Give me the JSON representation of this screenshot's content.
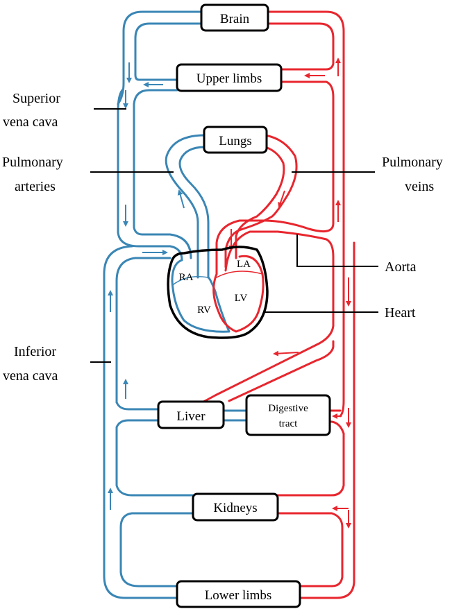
{
  "colors": {
    "deoxygenated": "#3a86b5",
    "oxygenated": "#e8262e",
    "outline": "#000000",
    "background": "#ffffff"
  },
  "organs": {
    "brain": "Brain",
    "upper_limbs": "Upper limbs",
    "lungs": "Lungs",
    "liver": "Liver",
    "digestive_tract_line1": "Digestive",
    "digestive_tract_line2": "tract",
    "kidneys": "Kidneys",
    "lower_limbs": "Lower limbs"
  },
  "heart": {
    "ra": "RA",
    "rv": "RV",
    "la": "LA",
    "lv": "LV"
  },
  "labels": {
    "superior_vena_cava_line1": "Superior",
    "superior_vena_cava_line2": "vena cava",
    "pulmonary_arteries_line1": "Pulmonary",
    "pulmonary_arteries_line2": "arteries",
    "pulmonary_veins_line1": "Pulmonary",
    "pulmonary_veins_line2": "veins",
    "aorta": "Aorta",
    "heart": "Heart",
    "inferior_vena_cava_line1": "Inferior",
    "inferior_vena_cava_line2": "vena cava"
  }
}
